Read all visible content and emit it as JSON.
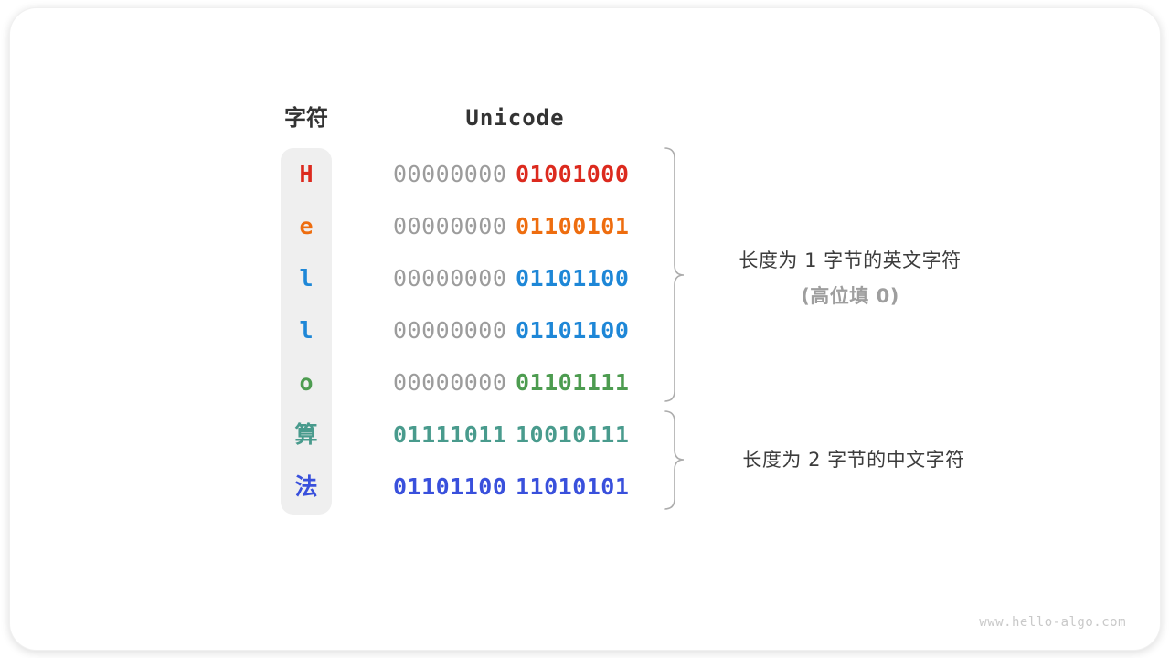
{
  "header": {
    "char_label": "字符",
    "unicode_label": "Unicode"
  },
  "rows": [
    {
      "char": "H",
      "char_color": "#dc2a1e",
      "byte1": "00000000",
      "byte1_color": "#9c9c9c",
      "byte2": "01001000",
      "byte2_color": "#dc2a1e"
    },
    {
      "char": "e",
      "char_color": "#ee6d0f",
      "byte1": "00000000",
      "byte1_color": "#9c9c9c",
      "byte2": "01100101",
      "byte2_color": "#ee6d0f"
    },
    {
      "char": "l",
      "char_color": "#1e87d7",
      "byte1": "00000000",
      "byte1_color": "#9c9c9c",
      "byte2": "01101100",
      "byte2_color": "#1e87d7"
    },
    {
      "char": "l",
      "char_color": "#1e87d7",
      "byte1": "00000000",
      "byte1_color": "#9c9c9c",
      "byte2": "01101100",
      "byte2_color": "#1e87d7"
    },
    {
      "char": "o",
      "char_color": "#4d9c50",
      "byte1": "00000000",
      "byte1_color": "#9c9c9c",
      "byte2": "01101111",
      "byte2_color": "#4d9c50"
    },
    {
      "char": "算",
      "char_color": "#499b8d",
      "byte1": "01111011",
      "byte1_color": "#499b8d",
      "byte2": "10010111",
      "byte2_color": "#499b8d"
    },
    {
      "char": "法",
      "char_color": "#3950dc",
      "byte1": "01101100",
      "byte1_color": "#3950dc",
      "byte2": "11010101",
      "byte2_color": "#3950dc"
    }
  ],
  "annotations": {
    "group1_line1": "长度为 1 字节的英文字符",
    "group1_line2": "(高位填 0)",
    "group2_line1": "长度为 2 字节的中文字符"
  },
  "watermark": "www.hello-algo.com",
  "colors": {
    "red": "#dc2a1e",
    "orange": "#ee6d0f",
    "blue": "#1e87d7",
    "green": "#4d9c50",
    "teal": "#499b8d",
    "indigo": "#3950dc",
    "gray_byte": "#9c9c9c",
    "heading": "#333333",
    "annotation_gray": "#9e9e9e",
    "column_bg": "#efefef",
    "brace": "#acacac",
    "watermark": "#c9c9c9"
  }
}
